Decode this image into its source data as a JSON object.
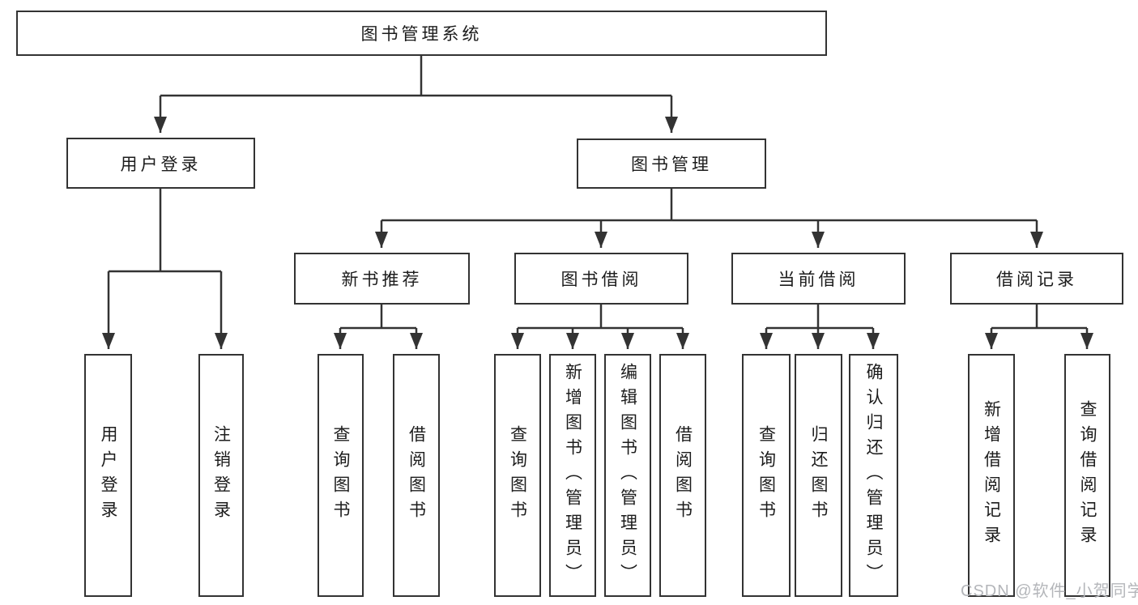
{
  "colors": {
    "line": "#333333",
    "box_border": "#333333",
    "box_fill": "#ffffff",
    "text": "#1c1c1c",
    "watermark_text": "#b4b6ba"
  },
  "tree": {
    "label": "图书管理系统",
    "children": [
      {
        "label": "用户登录",
        "children": [
          {
            "label": "用户登录"
          },
          {
            "label": "注销登录"
          }
        ]
      },
      {
        "label": "图书管理",
        "children": [
          {
            "label": "新书推荐",
            "children": [
              {
                "label": "查询图书"
              },
              {
                "label": "借阅图书"
              }
            ]
          },
          {
            "label": "图书借阅",
            "children": [
              {
                "label": "查询图书"
              },
              {
                "label": "新增图书（管理员）"
              },
              {
                "label": "编辑图书（管理员）"
              },
              {
                "label": "借阅图书"
              }
            ]
          },
          {
            "label": "当前借阅",
            "children": [
              {
                "label": "查询图书"
              },
              {
                "label": "归还图书"
              },
              {
                "label": "确认归还（管理员）"
              }
            ]
          },
          {
            "label": "借阅记录",
            "children": [
              {
                "label": "新增借阅记录"
              },
              {
                "label": "查询借阅记录"
              }
            ]
          }
        ]
      }
    ]
  },
  "watermark": "CSDN @软件_小贺同学"
}
